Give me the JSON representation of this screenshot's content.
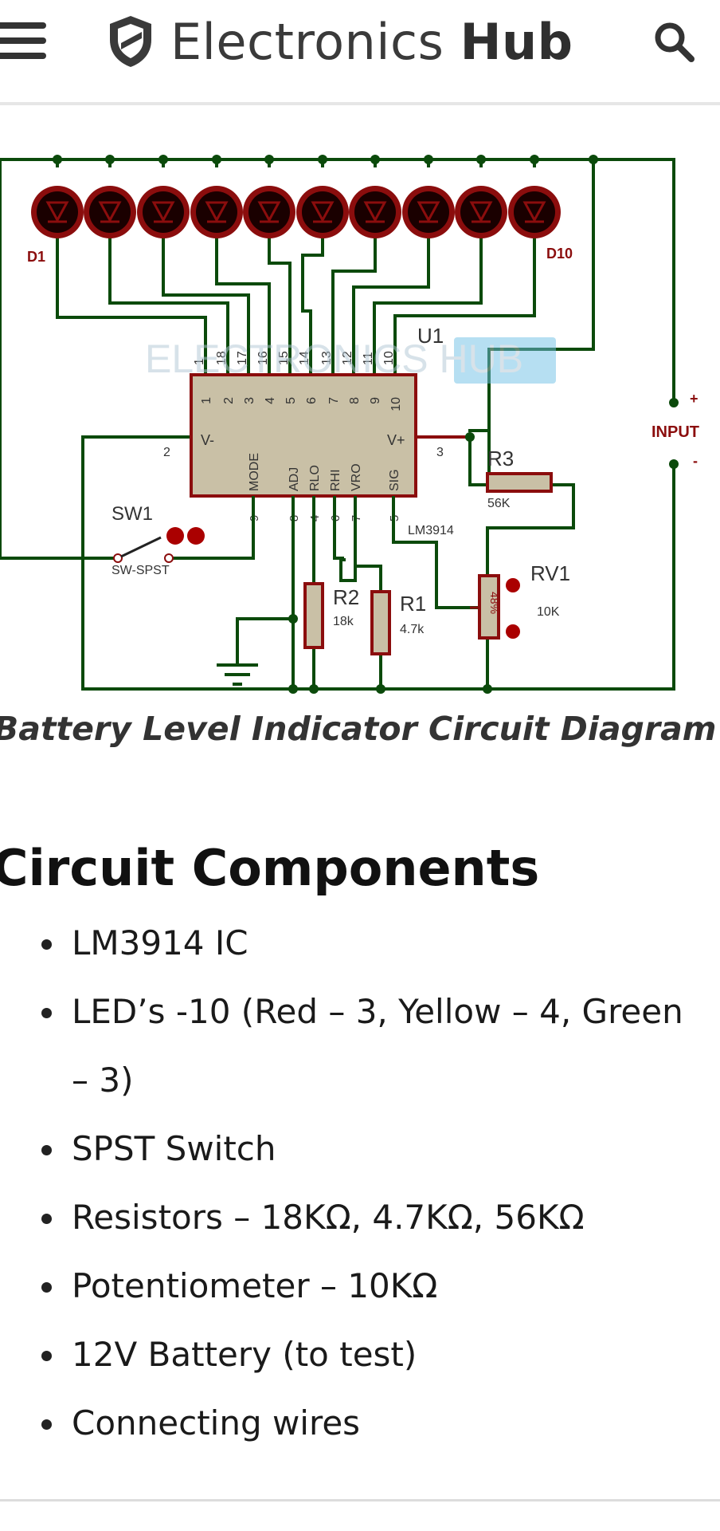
{
  "header": {
    "menu_icon": "hamburger-icon",
    "brand_light": "Electronics",
    "brand_bold": "Hub",
    "search_icon": "search-icon"
  },
  "diagram": {
    "watermark": "ELECTRONICS HUB",
    "labels": {
      "d1": "D1",
      "d10": "D10",
      "u1": "U1",
      "chip": "LM3914",
      "sw1": "SW1",
      "sw_type": "SW-SPST",
      "r3": "R3",
      "r3_val": "56K",
      "r2": "R2",
      "r2_val": "18k",
      "r1": "R1",
      "r1_val": "4.7k",
      "rv1": "RV1",
      "rv1_val": "10K",
      "rv1_pct": "48%",
      "input": "INPUT",
      "plus": "+",
      "minus": "-",
      "vminus": "V-",
      "vplus": "V+",
      "pin2": "2",
      "pin3": "3"
    },
    "top_pins": [
      "1",
      "18",
      "17",
      "16",
      "15",
      "14",
      "13",
      "12",
      "11",
      "10"
    ],
    "top_inner": [
      "1",
      "2",
      "3",
      "4",
      "5",
      "6",
      "7",
      "8",
      "9",
      "10"
    ],
    "bottom_pins": [
      "9",
      "8",
      "4",
      "6",
      "7",
      "5"
    ],
    "bottom_inner": [
      "MODE",
      "ADJ",
      "RLO",
      "RHI",
      "VRO",
      "SIG"
    ]
  },
  "caption": "Battery Level Indicator Circuit Diagram",
  "section_title": "Circuit Components",
  "components": [
    "LM3914 IC",
    "LED’s -10 (Red – 3, Yellow – 4, Green – 3)",
    "SPST Switch",
    "Resistors – 18KΩ, 4.7KΩ, 56KΩ",
    "Potentiometer – 10KΩ",
    "12V Battery (to test)",
    "Connecting wires"
  ],
  "colors": {
    "wire": "#0b4a0b",
    "led": "#8b0d0d",
    "resistor": "#c9c0a6",
    "ic": "#c9c0a6"
  }
}
